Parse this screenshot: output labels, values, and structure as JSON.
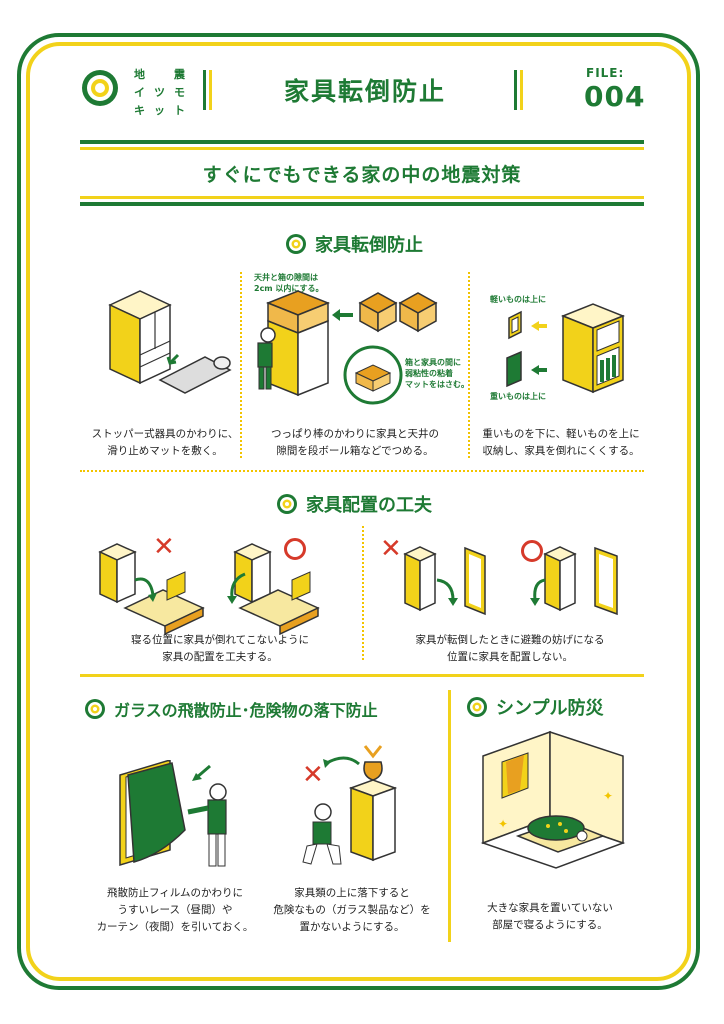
{
  "header": {
    "logo_chars": [
      "地",
      "震",
      "イ",
      "ツ",
      "モ",
      "キ",
      "ッ",
      "ト"
    ],
    "title": "家具転倒防止",
    "file_label": "FILE:",
    "file_number": "004"
  },
  "subtitle": "すぐにでもできる家の中の地震対策",
  "sections": {
    "fall": {
      "title": "家具転倒防止",
      "items": [
        {
          "caption": "ストッパー式器具のかわりに、\n滑り止めマットを敷く。"
        },
        {
          "caption": "つっぱり棒のかわりに家具と天井の\n隙間を段ボール箱などでつめる。",
          "note_top": "天井と箱の隙間は\n2cm 以内にする。",
          "note_side": "箱と家具の間に\n弱粘性の粘着\nマットをはさむ。"
        },
        {
          "caption": "重いものを下に、軽いものを上に\n収納し、家具を倒れにくくする。",
          "label_light": "軽いものは上に",
          "label_heavy": "重いものは上に"
        }
      ]
    },
    "layout": {
      "title": "家具配置の工夫",
      "items": [
        {
          "caption": "寝る位置に家具が倒れてこないように\n家具の配置を工夫する。"
        },
        {
          "caption": "家具が転倒したときに避難の妨げになる\n位置に家具を配置しない。"
        }
      ]
    },
    "glass": {
      "title": "ガラスの飛散防止･危険物の落下防止",
      "items": [
        {
          "caption": "飛散防止フィルムのかわりに\nうすいレース（昼間）や\nカーテン（夜間）を引いておく。"
        },
        {
          "caption": "家具類の上に落下すると\n危険なもの（ガラス製品など）を\n置かないようにする。"
        }
      ]
    },
    "simple": {
      "title": "シンプル防災",
      "caption": "大きな家具を置いていない\n部屋で寝るようにする。"
    }
  },
  "colors": {
    "green": "#1e7a34",
    "yellow": "#f2d21a",
    "red": "#d63a2a"
  },
  "marks": {
    "ng": "✕",
    "ok": "○"
  }
}
